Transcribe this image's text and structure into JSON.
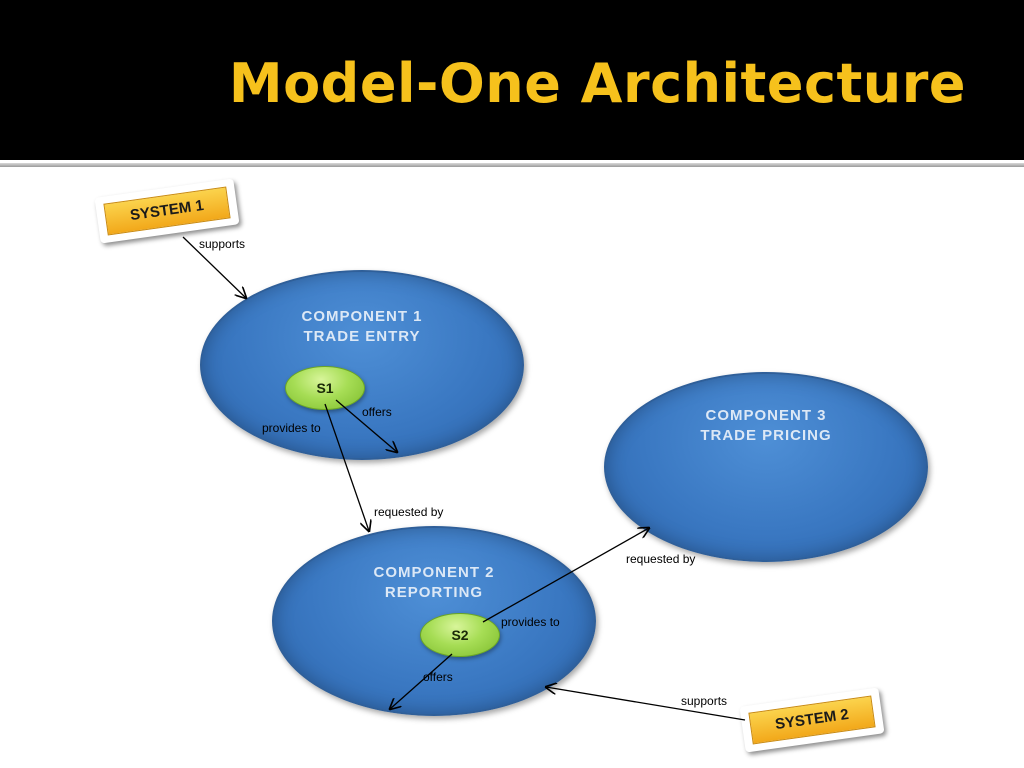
{
  "slide": {
    "title": "Model-One Architecture",
    "colors": {
      "header_bg": "#000000",
      "title": "#f6c11c",
      "component_fill": "#3a78c2",
      "component_text": "#dce8f6",
      "service_fill": "#a6dd55",
      "system_fill": "#f6b82a"
    }
  },
  "components": [
    {
      "id": "component-1",
      "line1": "COMPONENT 1",
      "line2": "TRADE ENTRY"
    },
    {
      "id": "component-2",
      "line1": "COMPONENT 2",
      "line2": "REPORTING"
    },
    {
      "id": "component-3",
      "line1": "COMPONENT 3",
      "line2": "TRADE PRICING"
    }
  ],
  "services": [
    {
      "id": "s1",
      "label": "S1"
    },
    {
      "id": "s2",
      "label": "S2"
    }
  ],
  "systems": [
    {
      "id": "system-1",
      "label": "SYSTEM 1"
    },
    {
      "id": "system-2",
      "label": "SYSTEM 2"
    }
  ],
  "edge_labels": {
    "system1_supports": "supports",
    "s1_offers": "offers",
    "s1_provides_to": "provides to",
    "c2_requested_by": "requested by",
    "c3_requested_by": "requested by",
    "s2_provides_to": "provides to",
    "s2_offers": "offers",
    "system2_supports": "supports"
  }
}
